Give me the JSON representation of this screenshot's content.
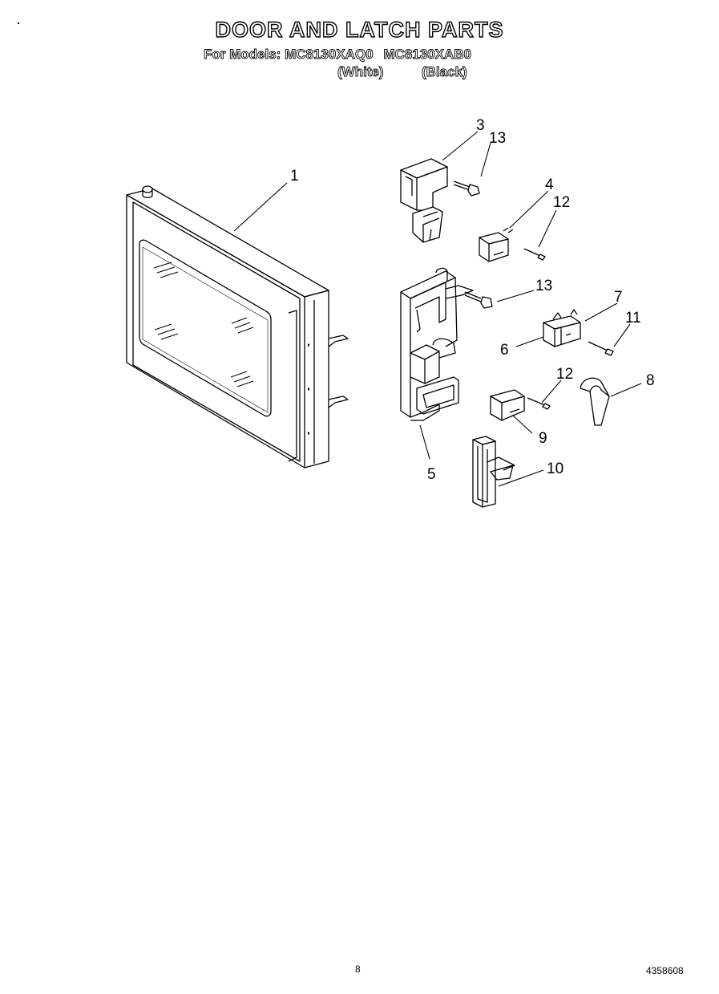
{
  "header": {
    "title": "DOOR AND LATCH PARTS",
    "models_prefix": "For Models:",
    "model_1": "MC8130XAQ0",
    "model_2": "MC8130XAB0",
    "variant_1": "(White)",
    "variant_2": "(Black)"
  },
  "callouts": {
    "c1": "1",
    "c3": "3",
    "c4": "4",
    "c5": "5",
    "c6": "6",
    "c7": "7",
    "c8": "8",
    "c9": "9",
    "c10": "10",
    "c11": "11",
    "c12a": "12",
    "c12b": "12",
    "c13a": "13",
    "c13b": "13"
  },
  "footer": {
    "page_number": "8",
    "doc_number": "4358608"
  }
}
